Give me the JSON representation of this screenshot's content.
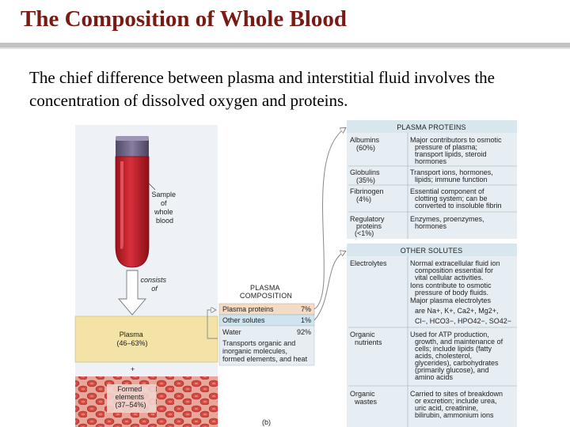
{
  "slide": {
    "title": "The Composition of Whole Blood",
    "body": "The chief difference between plasma and interstitial fluid involves the concentration of dissolved oxygen and proteins."
  },
  "tube": {
    "sample_label": [
      "Sample",
      "of",
      "whole",
      "blood"
    ],
    "consists_label": [
      "consists",
      "of"
    ],
    "plasma_label": [
      "Plasma",
      "(46–63%)"
    ],
    "plus": "+",
    "formed_label": [
      "Formed",
      "elements",
      "(37–54%)"
    ]
  },
  "plasma_composition": {
    "header": [
      "PLASMA",
      "COMPOSITION"
    ],
    "rows": [
      {
        "label": "Plasma proteins",
        "value": "7%"
      },
      {
        "label": "Other solutes",
        "value": "1%"
      },
      {
        "label": "Water",
        "value": "92%"
      }
    ],
    "water_note": [
      "Transports organic and",
      "inorganic molecules,",
      "formed elements, and heat"
    ]
  },
  "plasma_proteins": {
    "header": "PLASMA PROTEINS",
    "rows": [
      {
        "name": [
          "Albumins",
          "(60%)"
        ],
        "desc": [
          "Major contributors to osmotic",
          "pressure of plasma;",
          "transport lipids, steroid",
          "hormones"
        ]
      },
      {
        "name": [
          "Globulins",
          "(35%)"
        ],
        "desc": [
          "Transport ions, hormones,",
          "lipids; immune function"
        ]
      },
      {
        "name": [
          "Fibrinogen",
          "(4%)"
        ],
        "desc": [
          "Essential component of",
          "clotting system; can be",
          "converted to insoluble fibrin"
        ]
      },
      {
        "name": [
          "Regulatory",
          "proteins",
          "(<1%)"
        ],
        "desc": [
          "Enzymes, proenzymes,",
          "hormones"
        ]
      }
    ]
  },
  "other_solutes": {
    "header": "OTHER SOLUTES",
    "rows": [
      {
        "name": [
          "Electrolytes"
        ],
        "desc": [
          "Normal extracellular fluid ion",
          "composition essential for",
          "vital cellular activities.",
          "Ions contribute to osmotic",
          "pressure of body fluids.",
          "Major plasma electrolytes",
          "are Na+, K+, Ca2+, Mg2+,",
          "Cl−, HCO3−, HPO42−, SO42−"
        ]
      },
      {
        "name": [
          "Organic",
          "nutrients"
        ],
        "desc": [
          "Used for ATP production,",
          "growth, and maintenance of",
          "cells; include lipids (fatty",
          "acids, cholesterol,",
          "glycerides), carbohydrates",
          "(primarily glucose), and",
          "amino acids"
        ]
      },
      {
        "name": [
          "Organic",
          "wastes"
        ],
        "desc": [
          "Carried to sites of breakdown",
          "or excretion; include urea,",
          "uric acid, creatinine,",
          "bilirubin, ammonium ions"
        ]
      }
    ]
  },
  "figure_label": "(b)",
  "colors": {
    "title": "#7a1a14",
    "blood": "#c8202a",
    "cap": "#6f6585",
    "highlight_proteins": "#f2dcc6",
    "highlight_solutes": "#cfe4ef",
    "panel_bg": "#e6eef4",
    "panel_header": "#d8e6ee"
  }
}
